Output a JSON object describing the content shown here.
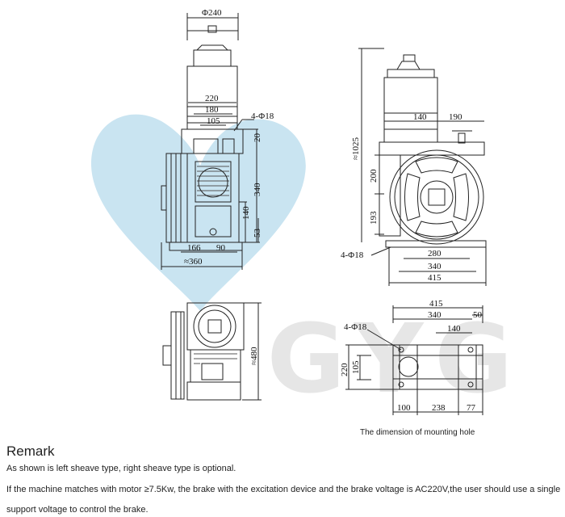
{
  "watermark": {
    "brand": "GYG",
    "heart_color": "#c9e4f1",
    "letter_color": "#e6e6e6"
  },
  "views": {
    "front": {
      "labels": {
        "d240": "Φ240",
        "w220": "220",
        "w180": "180",
        "w105": "105",
        "holes": "4-Φ18",
        "h20": "20",
        "h340": "340",
        "h140": "140",
        "h53": "53",
        "w166": "166",
        "w90": "90",
        "w360": "≈360"
      }
    },
    "side": {
      "labels": {
        "h1025": "≈1025",
        "w140": "140",
        "w190": "190",
        "h200": "200",
        "h193": "193",
        "holes": "4-Φ18",
        "w280": "280",
        "w340": "340",
        "w415": "415"
      }
    },
    "top": {
      "labels": {
        "h480": "≈480"
      }
    },
    "mounting": {
      "labels": {
        "w415": "415",
        "w340": "340",
        "w50": "50",
        "holes": "4-Φ18",
        "w140": "140",
        "h220": "220",
        "h105": "105",
        "w100": "100",
        "w238": "238",
        "w77": "77"
      },
      "caption": "The dimension of mounting hole"
    }
  },
  "remark": {
    "title": "Remark",
    "lines": [
      "As shown is left sheave type, right sheave type is optional.",
      "If the machine matches with motor ≥7.5Kw, the brake with the excitation device and the brake voltage is AC220V,the user should use a single",
      "support voltage to control the brake."
    ]
  }
}
